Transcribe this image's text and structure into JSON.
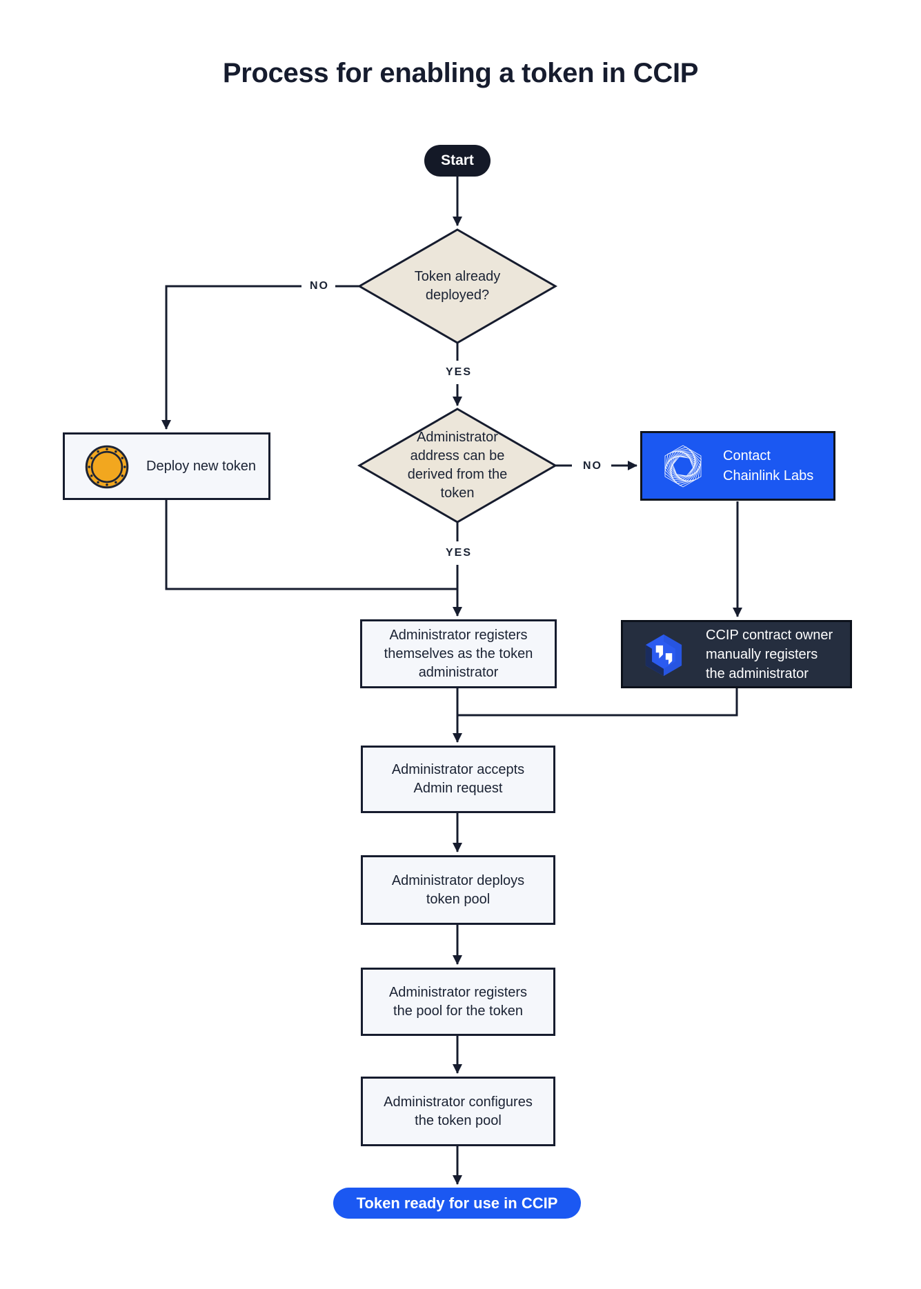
{
  "title": "Process for enabling a token in CCIP",
  "colors": {
    "ink": "#161c2e",
    "panel_fill": "#f5f7fb",
    "diamond_fill": "#ece6da",
    "brand_blue": "#1b58f2",
    "dark_panel": "#252e3f",
    "coin_gold": "#f2a71f"
  },
  "nodes": {
    "start": {
      "label": "Start"
    },
    "decision_token_deployed": {
      "label": "Token already\ndeployed?"
    },
    "deploy_new_token": {
      "label": "Deploy new token",
      "icon": "coin-icon"
    },
    "decision_admin_address": {
      "label": "Administrator\naddress can be\nderived from the\ntoken"
    },
    "contact_chainlink": {
      "label": "Contact\nChainlink Labs",
      "icon": "chainlink-swirl-icon"
    },
    "ccip_owner_registers": {
      "label": "CCIP contract owner\nmanually registers\nthe administrator",
      "icon": "ccip-logo-icon"
    },
    "admin_registers_self": {
      "label": "Administrator registers\nthemselves as the token\nadministrator"
    },
    "admin_accepts": {
      "label": "Administrator accepts\nAdmin request"
    },
    "admin_deploys_pool": {
      "label": "Administrator deploys\ntoken pool"
    },
    "admin_registers_pool": {
      "label": "Administrator registers\nthe pool for the token"
    },
    "admin_configures_pool": {
      "label": "Administrator configures\nthe token pool"
    },
    "token_ready": {
      "label": "Token ready for use in CCIP"
    }
  },
  "edges": {
    "no1": "NO",
    "yes1": "YES",
    "no2": "NO",
    "yes2": "YES"
  }
}
